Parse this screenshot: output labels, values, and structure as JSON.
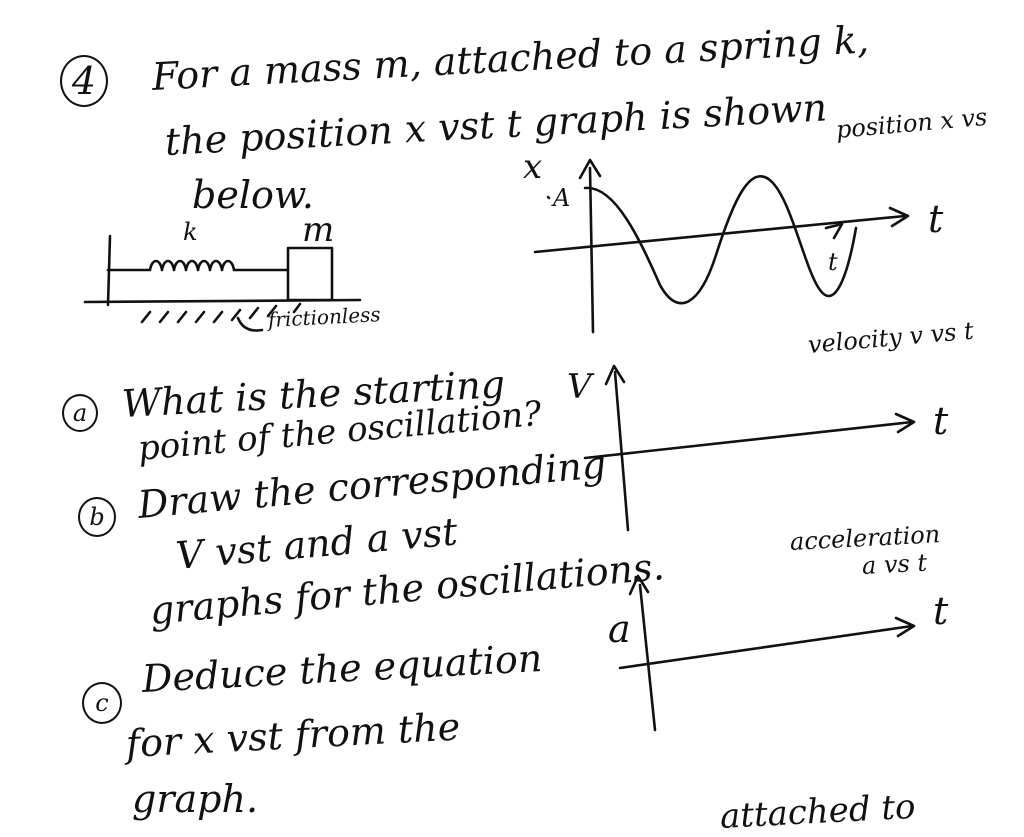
{
  "question": {
    "number": "4",
    "line1": "For a mass m, attached to a spring k,",
    "line2": "the position x vst t graph is shown",
    "line3": "below."
  },
  "spring_diagram": {
    "spring_label": "k",
    "mass_label": "m",
    "surface_label": "frictionless"
  },
  "position_graph": {
    "side_label": "position x vs",
    "y_axis_label": "x",
    "amplitude_label": "A",
    "x_axis_label": "t",
    "curve_label": "t"
  },
  "part_a": {
    "marker": "a",
    "line1": "What is the starting",
    "line2": "point of the oscillation?"
  },
  "part_b": {
    "marker": "b",
    "line1": "Draw the corresponding",
    "line2": "V vst and a vst",
    "line3": "graphs for the oscillations."
  },
  "part_c": {
    "marker": "c",
    "line1": "Deduce the equation",
    "line2": "for x vst from the",
    "line3": "graph."
  },
  "velocity_graph": {
    "side_label": "velocity v vs t",
    "y_axis_label": "V",
    "x_axis_label": "t"
  },
  "acceleration_graph": {
    "side_label_1": "acceleration",
    "side_label_2": "a vs t",
    "y_axis_label": "a",
    "x_axis_label": "t"
  },
  "footer": {
    "cut_text": "attached to"
  }
}
